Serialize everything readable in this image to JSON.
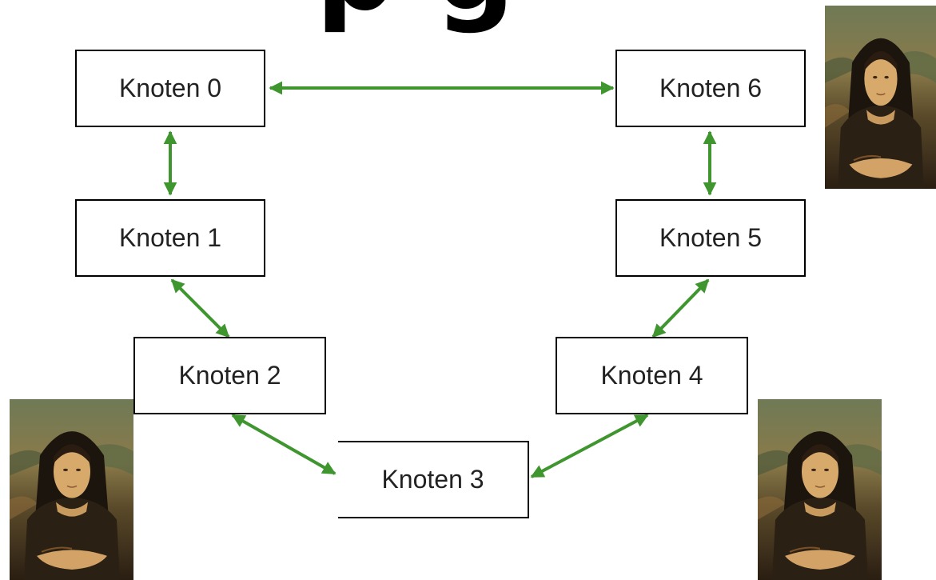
{
  "title_fragment": "p       g",
  "nodes": [
    {
      "id": "n0",
      "label": "Knoten 0"
    },
    {
      "id": "n1",
      "label": "Knoten 1"
    },
    {
      "id": "n2",
      "label": "Knoten 2"
    },
    {
      "id": "n3",
      "label": "Knoten 3"
    },
    {
      "id": "n4",
      "label": "Knoten 4"
    },
    {
      "id": "n5",
      "label": "Knoten 5"
    },
    {
      "id": "n6",
      "label": "Knoten 6"
    }
  ],
  "edges": [
    {
      "from": "n0",
      "to": "n6",
      "bidirectional": true
    },
    {
      "from": "n0",
      "to": "n1",
      "bidirectional": true
    },
    {
      "from": "n1",
      "to": "n2",
      "bidirectional": true
    },
    {
      "from": "n2",
      "to": "n3",
      "bidirectional": true
    },
    {
      "from": "n3",
      "to": "n4",
      "bidirectional": true
    },
    {
      "from": "n4",
      "to": "n5",
      "bidirectional": true
    },
    {
      "from": "n5",
      "to": "n6",
      "bidirectional": true
    }
  ],
  "colors": {
    "edge": "#3f962f",
    "node_border": "#000000",
    "node_text": "#222222",
    "background": "#ffffff"
  },
  "images": [
    {
      "name": "mona-lisa-portrait-top-right"
    },
    {
      "name": "mona-lisa-portrait-bottom-left"
    },
    {
      "name": "mona-lisa-portrait-bottom-right"
    }
  ]
}
